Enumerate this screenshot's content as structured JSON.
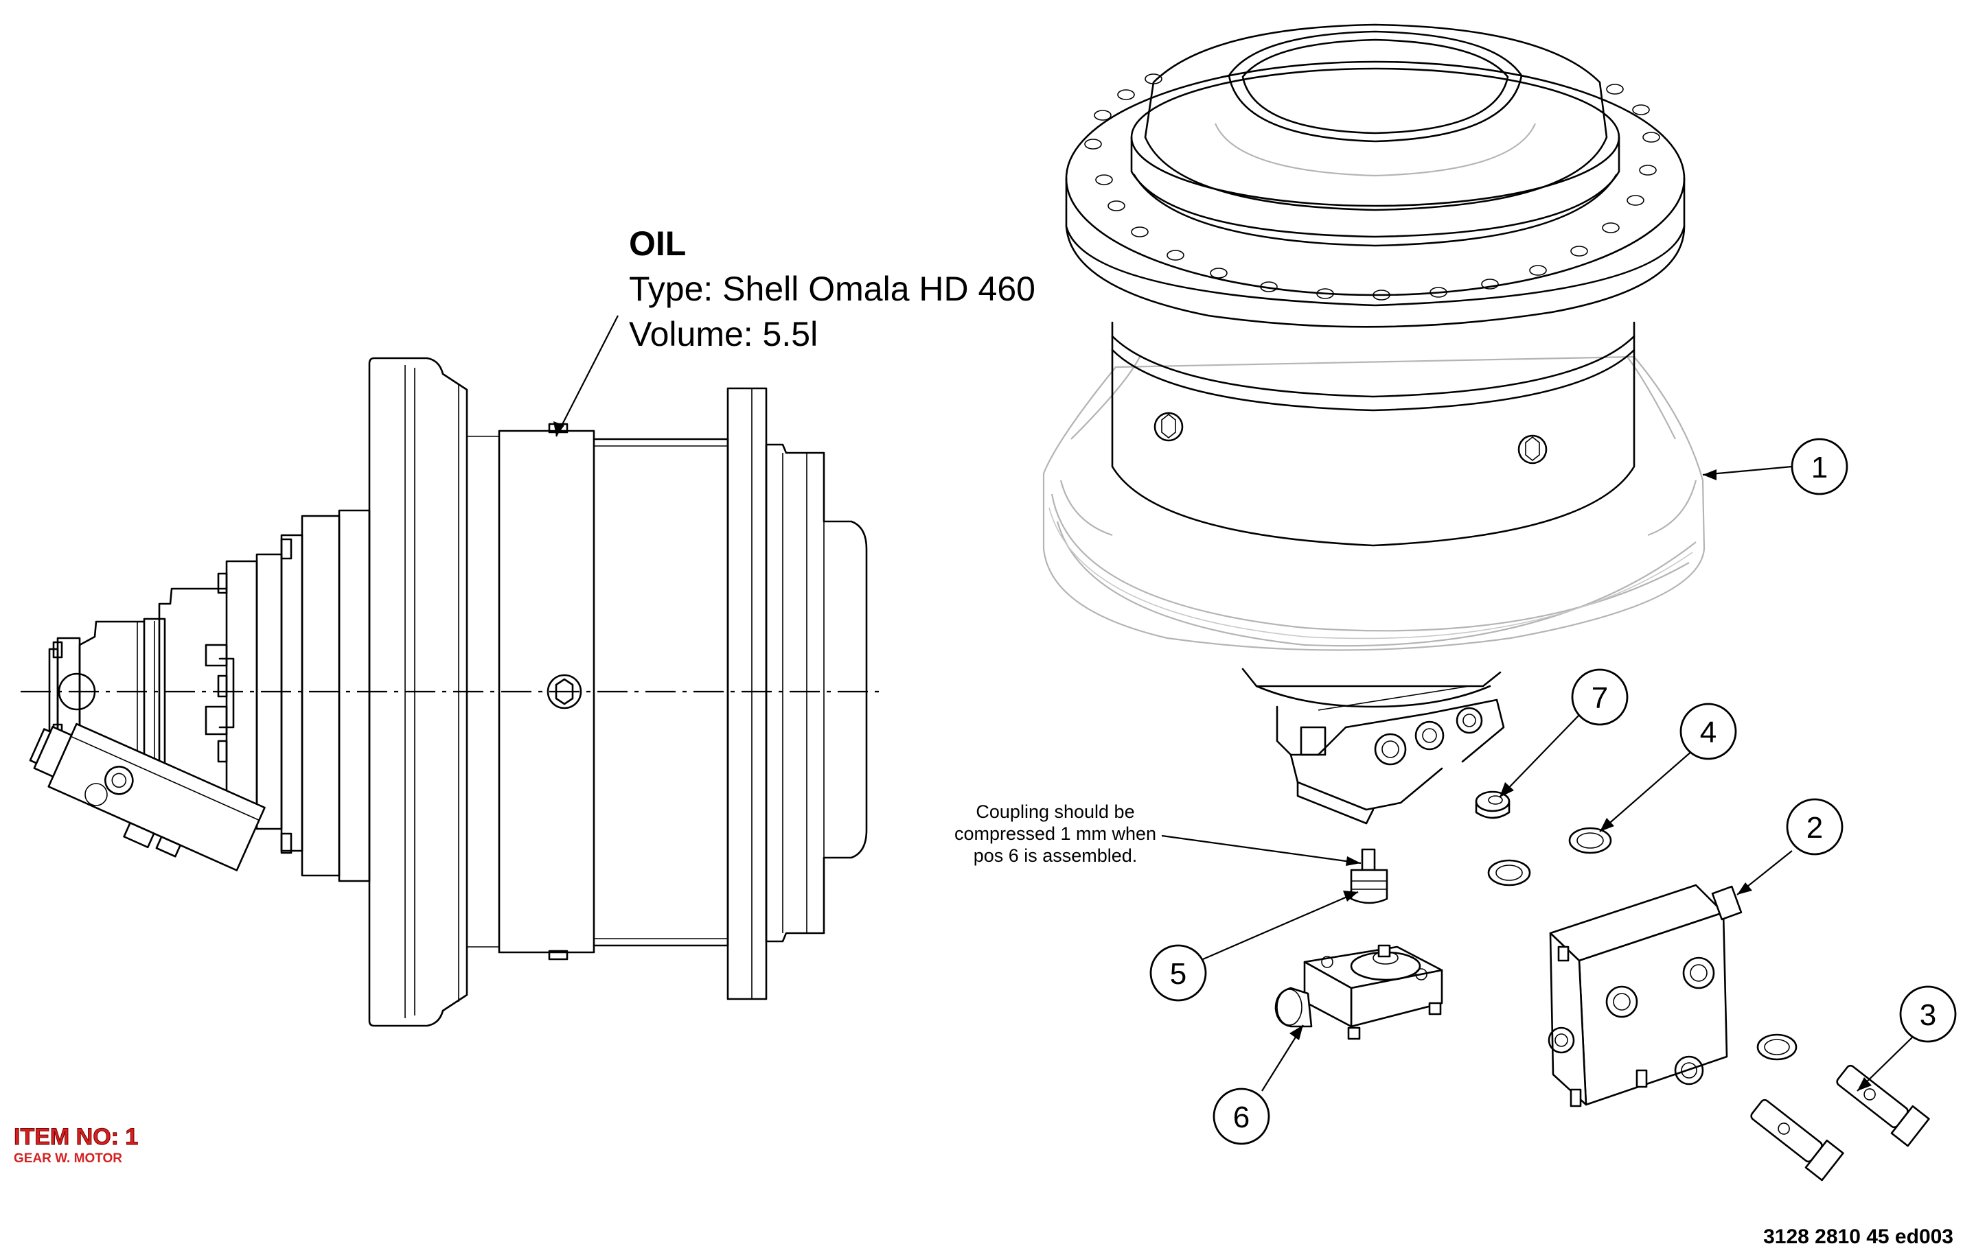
{
  "oil": {
    "heading": "OIL",
    "type_line": "Type: Shell Omala HD 460",
    "volume_line": "Volume: 5.5l"
  },
  "note": {
    "line1": "Coupling should be",
    "line2": "compressed 1 mm when",
    "line3": "pos 6 is assembled."
  },
  "balloons": [
    "1",
    "2",
    "3",
    "4",
    "5",
    "6",
    "7"
  ],
  "item_label": {
    "title": "ITEM NO: 1",
    "subtitle": "GEAR W. MOTOR"
  },
  "document_number": "3128 2810 45 ed003",
  "colors": {
    "line": "#000000",
    "ghost_line": "#b4b4b4",
    "item_label": "#d42020"
  }
}
